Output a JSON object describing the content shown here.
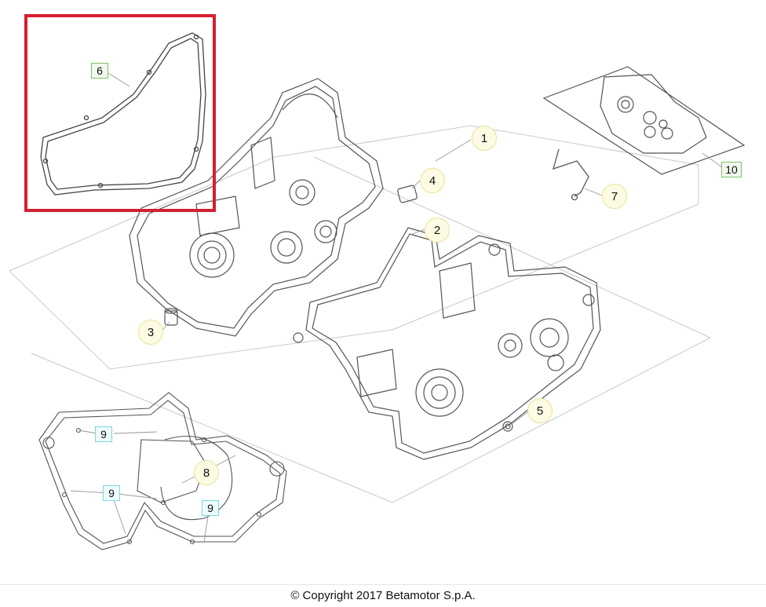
{
  "callouts": {
    "c1": "1",
    "c2": "2",
    "c3": "3",
    "c4": "4",
    "c5": "5",
    "c6": "6",
    "c7": "7",
    "c8": "8",
    "c9a": "9",
    "c9b": "9",
    "c9c": "9",
    "c10": "10"
  },
  "footer": {
    "copyright": "© Copyright 2017 Betamotor S.p.A."
  },
  "colors": {
    "highlight": "#d3202f",
    "line": "#555555",
    "callout_fill": "#fdfbe3",
    "green_label": "#7fc26a",
    "cyan_label": "#7fd6dc"
  }
}
